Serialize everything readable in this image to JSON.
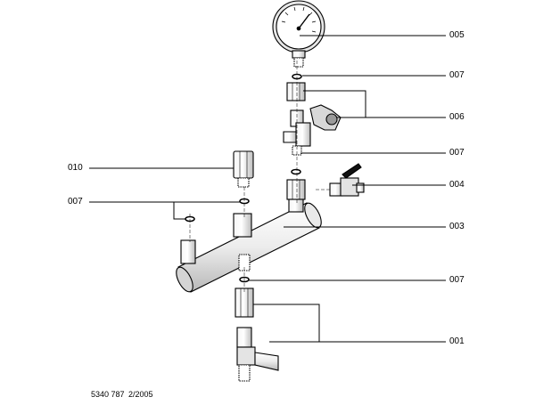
{
  "labels": {
    "p005": "005",
    "p007a": "007",
    "p006": "006",
    "p007b": "007",
    "p004": "004",
    "p010": "010",
    "p007c": "007",
    "p003": "003",
    "p007d": "007",
    "p001": "001"
  },
  "footer": {
    "doc_number": "5340 787",
    "date": "2/2005"
  }
}
